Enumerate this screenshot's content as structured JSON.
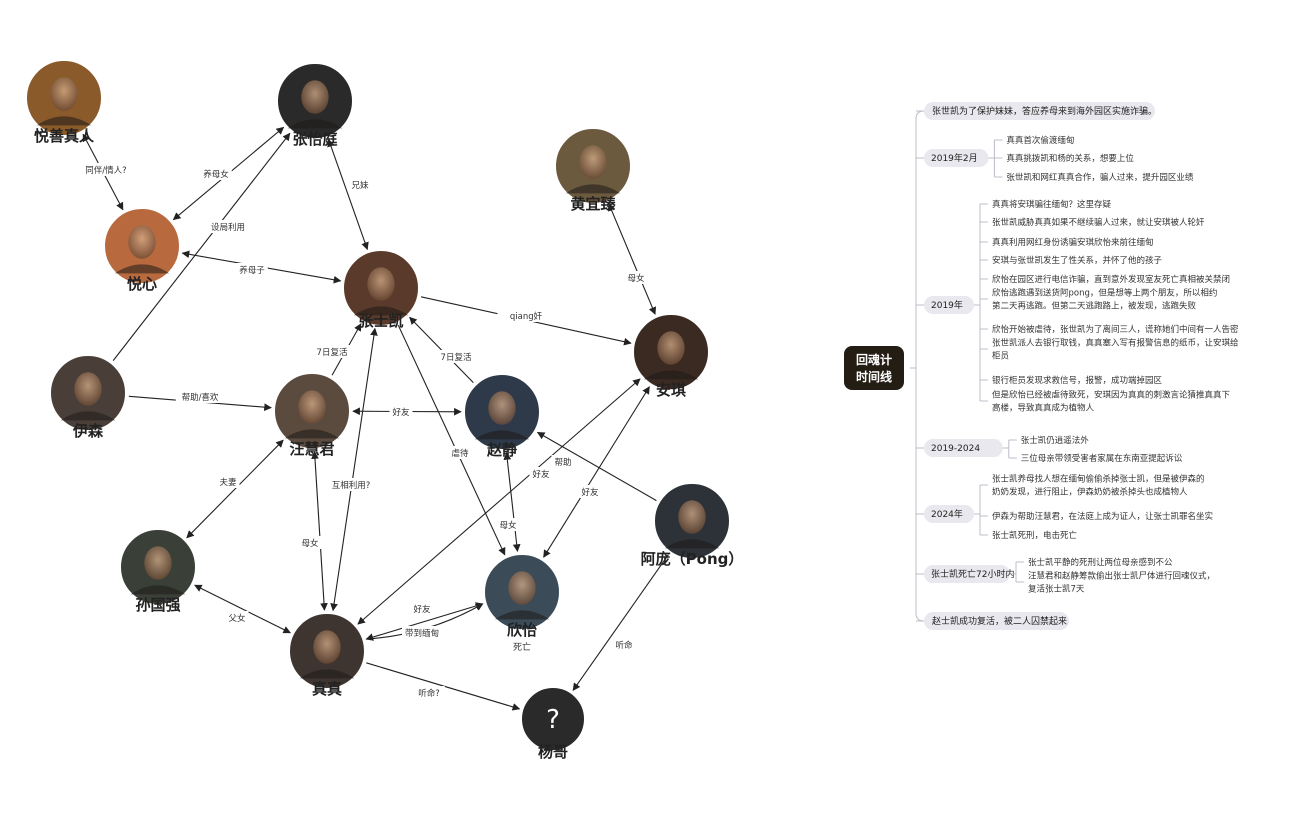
{
  "nodes": [
    {
      "id": "yueshan",
      "name": "悦善真人",
      "tone": "#8b5a2b"
    },
    {
      "id": "zhangyiting",
      "name": "张怡庭",
      "tone": "#2a2a2a"
    },
    {
      "id": "yuexin",
      "name": "悦心",
      "tone": "#b86a3e"
    },
    {
      "id": "zhangshikai",
      "name": "张士凯",
      "tone": "#5a3a2a"
    },
    {
      "id": "huangyizhen",
      "name": "黄宜臻",
      "tone": "#6b5a3e"
    },
    {
      "id": "anqi",
      "name": "安琪",
      "tone": "#3a2a22"
    },
    {
      "id": "yisen",
      "name": "伊森",
      "tone": "#4a3f38"
    },
    {
      "id": "wanghuijun",
      "name": "汪慧君",
      "tone": "#5b4a3e"
    },
    {
      "id": "zhaojing",
      "name": "赵静",
      "tone": "#2e3a4a"
    },
    {
      "id": "apang",
      "name": "阿庞（Pong）",
      "tone": "#2d3238"
    },
    {
      "id": "sunguoqiang",
      "name": "孙国强",
      "tone": "#3a4038"
    },
    {
      "id": "zhenzhen",
      "name": "真真",
      "tone": "#3e3530"
    },
    {
      "id": "xinyi",
      "name": "欣怡",
      "sub": "死亡",
      "tone": "#3b4c58"
    },
    {
      "id": "yangge",
      "name": "杨哥",
      "mark": "?",
      "tone": "#2a2a2a"
    }
  ],
  "edges": [
    {
      "from": "yuexin",
      "to": "yueshan",
      "label": "同伴/情人?",
      "dir": "both"
    },
    {
      "from": "zhangyiting",
      "to": "yuexin",
      "label": "养母女",
      "dir": "both"
    },
    {
      "from": "yisen",
      "to": "zhangyiting",
      "label": "设局利用",
      "dir": "end"
    },
    {
      "from": "zhangyiting",
      "to": "zhangshikai",
      "label": "兄妹",
      "dir": "both"
    },
    {
      "from": "yuexin",
      "to": "zhangshikai",
      "label": "养母子",
      "dir": "both"
    },
    {
      "from": "zhangshikai",
      "to": "anqi",
      "label": "qiang奸",
      "dir": "end"
    },
    {
      "from": "huangyizhen",
      "to": "anqi",
      "label": "母女",
      "dir": "both"
    },
    {
      "from": "wanghuijun",
      "to": "zhangshikai",
      "label": "7日复活",
      "dir": "end"
    },
    {
      "from": "zhaojing",
      "to": "zhangshikai",
      "label": "7日复活",
      "dir": "end"
    },
    {
      "from": "yisen",
      "to": "wanghuijun",
      "label": "帮助/喜欢",
      "dir": "end"
    },
    {
      "from": "zhaojing",
      "to": "wanghuijun",
      "label": "好友",
      "dir": "both"
    },
    {
      "from": "zhangshikai",
      "to": "xinyi",
      "label": "虐待",
      "dir": "end"
    },
    {
      "from": "wanghuijun",
      "to": "sunguoqiang",
      "label": "夫妻",
      "dir": "both"
    },
    {
      "from": "zhenzhen",
      "to": "wanghuijun",
      "label": "母女",
      "dir": "both"
    },
    {
      "from": "zhenzhen",
      "to": "zhangshikai",
      "label": "互相利用?",
      "dir": "both"
    },
    {
      "from": "anqi",
      "to": "zhenzhen",
      "label": "好友",
      "dir": "both"
    },
    {
      "from": "xinyi",
      "to": "anqi",
      "label": "好友",
      "dir": "both"
    },
    {
      "from": "apang",
      "to": "zhaojing",
      "label": "帮助",
      "dir": "end"
    },
    {
      "from": "zhaojing",
      "to": "xinyi",
      "label": "母女",
      "dir": "both"
    },
    {
      "from": "sunguoqiang",
      "to": "zhenzhen",
      "label": "父女",
      "dir": "both"
    },
    {
      "from": "zhenzhen",
      "to": "xinyi",
      "label": "好友",
      "dir": "both"
    },
    {
      "from": "zhenzhen",
      "to": "xinyi",
      "label": "带到缅甸",
      "dir": "end"
    },
    {
      "from": "zhenzhen",
      "to": "yangge",
      "label": "听命?",
      "dir": "end"
    },
    {
      "from": "apang",
      "to": "yangge",
      "label": "听命",
      "dir": "end"
    }
  ],
  "timeline": {
    "root": [
      "回魂计",
      "时间线"
    ],
    "sections": [
      {
        "items": [
          "张世凯为了保护妹妹，答应养母来到海外园区实施诈骗。"
        ]
      },
      {
        "label": "2019年2月",
        "items": [
          "真真首次偷渡缅甸",
          "真真挑拨凯和杨的关系，想要上位",
          "张世凯和网红真真合作，骗人过来，提升园区业绩"
        ]
      },
      {
        "label": "2019年",
        "items": [
          "真真将安琪骗往缅甸？这里存疑",
          "张世凯威胁真真如果不继续骗人过来，就让安琪被人轮奸",
          "真真利用网红身份诱骗安琪欣怡来前往缅甸",
          "安琪与张世凯发生了性关系，并怀了他的孩子",
          "欣怡在园区进行电信诈骗，直到意外发现室友死亡真相被关禁闭",
          "欣怡逃跑遇到送货阿pong，但是想等上两个朋友，所以相约|第二天再逃跑。但第二天逃跑路上，被发现，逃跑失败",
          "欣怡开始被虐待，张世凯为了离间三人，谎称她们中间有一人告密",
          "张世凯派人去银行取钱，真真塞入写有报警信息的纸币，让安琪给|柜员",
          "银行柜员发现求救信号，报警，成功端掉园区",
          "但是欣怡已经被虐待致死，安琪因为真真的刺激言论猜推真真下|高楼，导致真真成为植物人"
        ]
      },
      {
        "label": "2019-2024",
        "items": [
          "张士凯仍逍遥法外",
          "三位母亲带领受害者家属在东南亚提起诉讼"
        ]
      },
      {
        "label": "2024年",
        "items": [
          "张士凯养母找人想在缅甸偷偷杀掉张士凯，但是被伊森的|奶奶发现，进行阻止，伊森奶奶被杀掉头也成植物人",
          "伊森为帮助汪慧君，在法庭上成为证人，让张士凯罪名坐实",
          "张士凯死刑，电击死亡"
        ]
      },
      {
        "label": "张士凯死亡72小时内",
        "items": [
          "张士凯平静的死刑让两位母亲感到不公",
          "汪慧君和赵静筹款偷出张士凯尸体进行回魂仪式，|复活张士凯7天"
        ]
      },
      {
        "items": [
          "赵士凯成功复活，被二人囚禁起来"
        ]
      }
    ]
  }
}
